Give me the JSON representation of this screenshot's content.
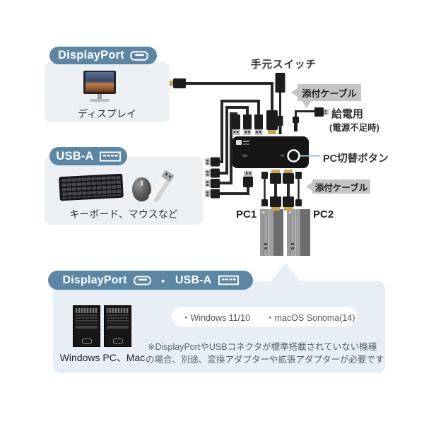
{
  "display_section": {
    "badge": "DisplayPort",
    "caption": "ディスプレイ"
  },
  "usb_section": {
    "badge": "USB-A",
    "caption": "キーボード、マウスなど"
  },
  "center": {
    "remote_switch_label": "手元スイッチ",
    "included_cable_label_top": "添付ケーブル",
    "power_label": "給電用",
    "power_sublabel": "(電源不足時)",
    "switch_button_label": "PC切替ボタン",
    "included_cable_label_bottom": "添付ケーブル",
    "pc1_label": "PC1",
    "pc2_label": "PC2"
  },
  "bottom_section": {
    "badge_dp": "DisplayPort",
    "separator": "・",
    "badge_usb": "USB-A",
    "caption": "Windows PC、Mac",
    "os_items": [
      "・Windows 11/10",
      "・macOS Sonoma(14)"
    ],
    "note_line1": "※DisplayPortやUSBコネクタが標準搭載されていない機種",
    "note_line2": "の場合、別途、変換アダプターや拡張アダプターが必要です"
  },
  "colors": {
    "badge_blue": "#5b86a6",
    "panel_gray": "#edf0f3",
    "panel_blue": "#e8eef5",
    "callout_gray": "#c4c4c4",
    "cable_black": "#272727",
    "connector_gold": "#c9a449",
    "pointer_blue": "#8ec7d9"
  }
}
